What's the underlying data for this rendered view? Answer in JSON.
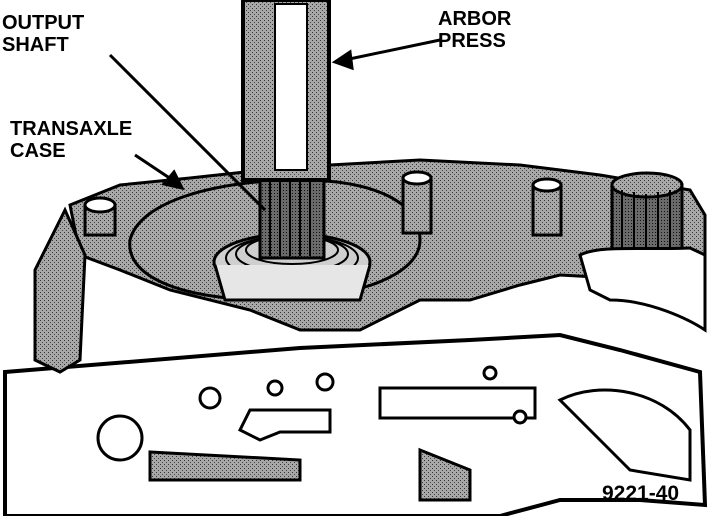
{
  "labels": {
    "output_shaft": "OUTPUT\nSHAFT",
    "arbor_press": "ARBOR\nPRESS",
    "transaxle_case": "TRANSAXLE\nCASE"
  },
  "figure_number": "9221-40",
  "colors": {
    "ink": "#000000",
    "shade": "#9a9a9a",
    "paper": "#ffffff"
  }
}
